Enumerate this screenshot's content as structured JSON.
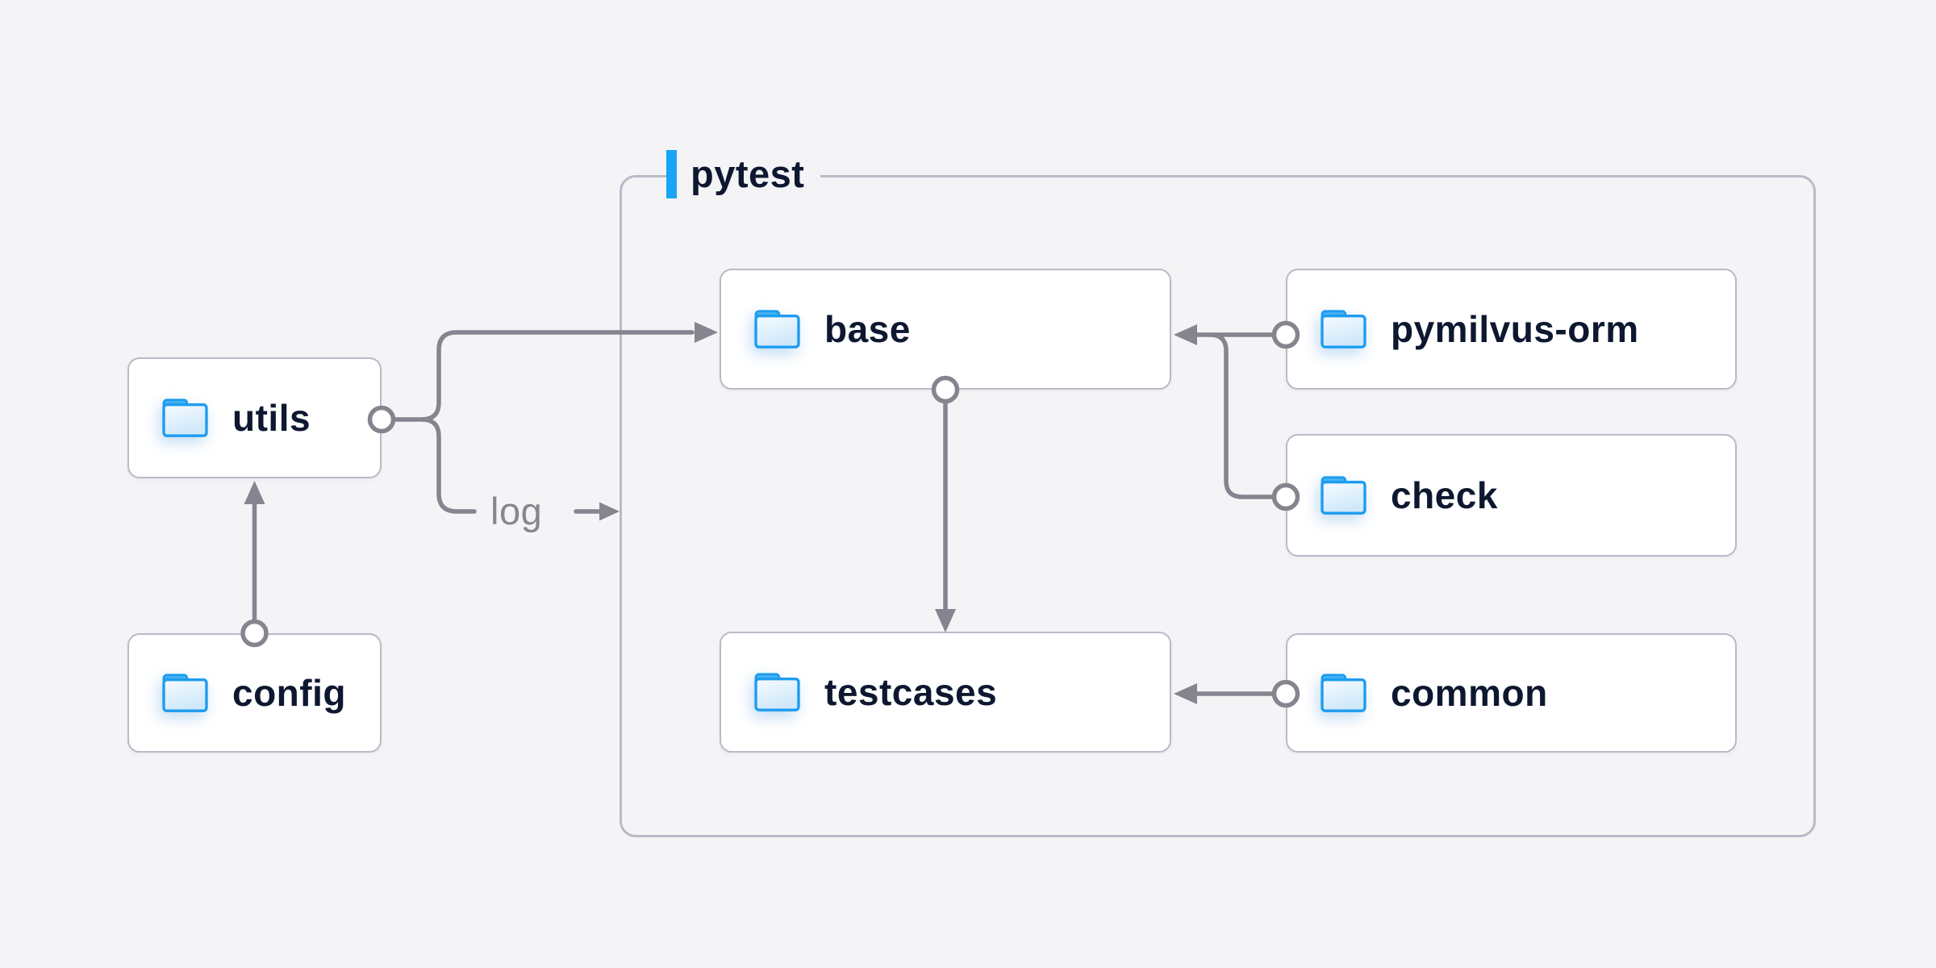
{
  "diagram": {
    "type": "folder-dependency-diagram",
    "group": {
      "label": "pytest"
    },
    "nodes": {
      "utils": {
        "label": "utils",
        "icon": "folder-icon"
      },
      "config": {
        "label": "config",
        "icon": "folder-icon"
      },
      "base": {
        "label": "base",
        "icon": "folder-icon"
      },
      "testcases": {
        "label": "testcases",
        "icon": "folder-icon"
      },
      "pymilvus_orm": {
        "label": "pymilvus-orm",
        "icon": "folder-icon"
      },
      "check": {
        "label": "check",
        "icon": "folder-icon"
      },
      "common": {
        "label": "common",
        "icon": "folder-icon"
      }
    },
    "edge_labels": {
      "log": "log"
    },
    "edges": [
      {
        "from": "config",
        "to": "utils"
      },
      {
        "from": "utils",
        "to": "base"
      },
      {
        "from": "utils",
        "to": "log-output",
        "label": "log"
      },
      {
        "from": "base",
        "to": "testcases"
      },
      {
        "from": "pymilvus-orm",
        "to": "base"
      },
      {
        "from": "check",
        "to": "base"
      },
      {
        "from": "common",
        "to": "testcases"
      }
    ],
    "colors": {
      "background": "#f4f4f6",
      "box_border": "#b9bac7",
      "line_gray": "#84858e",
      "text_navy": "#0d1830",
      "accent_blue": "#19a5f4",
      "folder_blue": "#1d9cf0"
    }
  }
}
